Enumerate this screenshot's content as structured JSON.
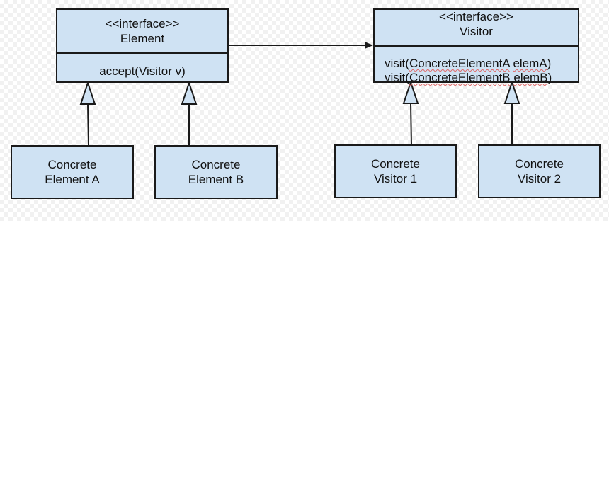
{
  "element_interface": {
    "stereotype": "<<interface>>",
    "name": "Element",
    "method": "accept(Visitor v)"
  },
  "visitor_interface": {
    "stereotype": "<<interface>>",
    "name": "Visitor",
    "methods": [
      {
        "prefix": "visit(",
        "type": "ConcreteElementA",
        "space": " ",
        "param": "elemA",
        "suffix": ")"
      },
      {
        "prefix": "visit(",
        "type": "ConcreteElementB",
        "space": " ",
        "param": "elemB",
        "suffix": ")"
      }
    ]
  },
  "concrete_elements": [
    {
      "line1": "Concrete",
      "line2": "Element A"
    },
    {
      "line1": "Concrete",
      "line2": "Element B"
    }
  ],
  "concrete_visitors": [
    {
      "line1": "Concrete",
      "line2": "Visitor 1"
    },
    {
      "line1": "Concrete",
      "line2": "Visitor 2"
    }
  ],
  "colors": {
    "box_fill": "#cfe2f3",
    "stroke": "#1a1a1a",
    "spellcheck": "#e06666"
  }
}
